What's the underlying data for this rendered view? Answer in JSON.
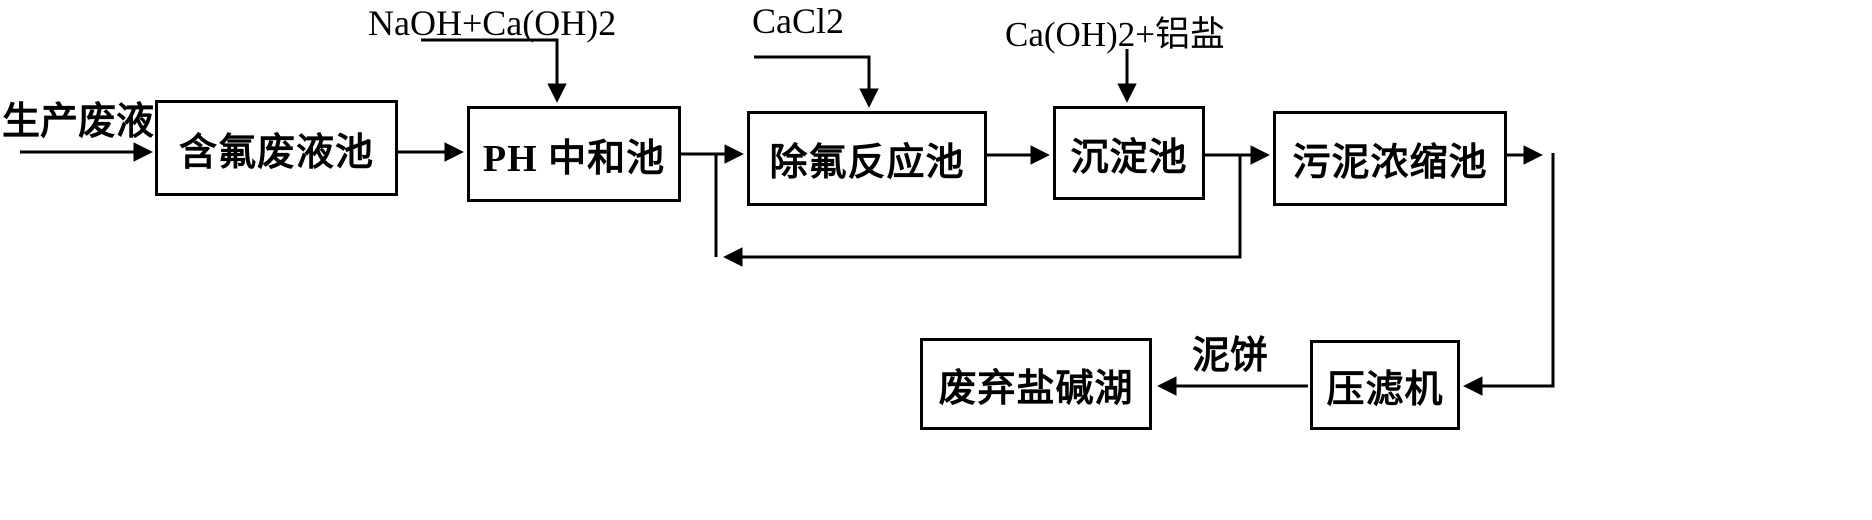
{
  "flowchart": {
    "source_label": "生产废液",
    "nodes": [
      {
        "id": "fluoride-waste-pool",
        "label": "含氟废液池"
      },
      {
        "id": "ph-neutralization-pool",
        "label": "PH 中和池"
      },
      {
        "id": "fluoride-removal-reaction-pool",
        "label": "除氟反应池"
      },
      {
        "id": "sedimentation-pool",
        "label": "沉淀池"
      },
      {
        "id": "sludge-thickening-pool",
        "label": "污泥浓缩池"
      },
      {
        "id": "abandoned-salt-alkali-lake",
        "label": "废弃盐碱湖"
      },
      {
        "id": "filter-press",
        "label": "压滤机"
      }
    ],
    "reagent_inputs": [
      {
        "label": "NaOH+Ca(OH)2",
        "target": "ph-neutralization-pool"
      },
      {
        "label": "CaCl2",
        "target": "fluoride-removal-reaction-pool"
      },
      {
        "label": "Ca(OH)2+铝盐",
        "target": "sedimentation-pool"
      }
    ],
    "edge_labels": {
      "mud_cake": "泥饼"
    },
    "edges": [
      {
        "from": "source",
        "to": "fluoride-waste-pool"
      },
      {
        "from": "fluoride-waste-pool",
        "to": "ph-neutralization-pool"
      },
      {
        "from": "ph-neutralization-pool",
        "to": "fluoride-removal-reaction-pool"
      },
      {
        "from": "fluoride-removal-reaction-pool",
        "to": "sedimentation-pool"
      },
      {
        "from": "sedimentation-pool",
        "to": "sludge-thickening-pool"
      },
      {
        "from": "sedimentation-pool",
        "to": "fluoride-removal-reaction-pool"
      },
      {
        "from": "sludge-thickening-pool",
        "to": "filter-press"
      },
      {
        "from": "filter-press",
        "to": "abandoned-salt-alkali-lake",
        "label": "泥饼"
      }
    ],
    "colors": {
      "stroke": "#000000",
      "background": "#ffffff",
      "text": "#000000"
    }
  }
}
